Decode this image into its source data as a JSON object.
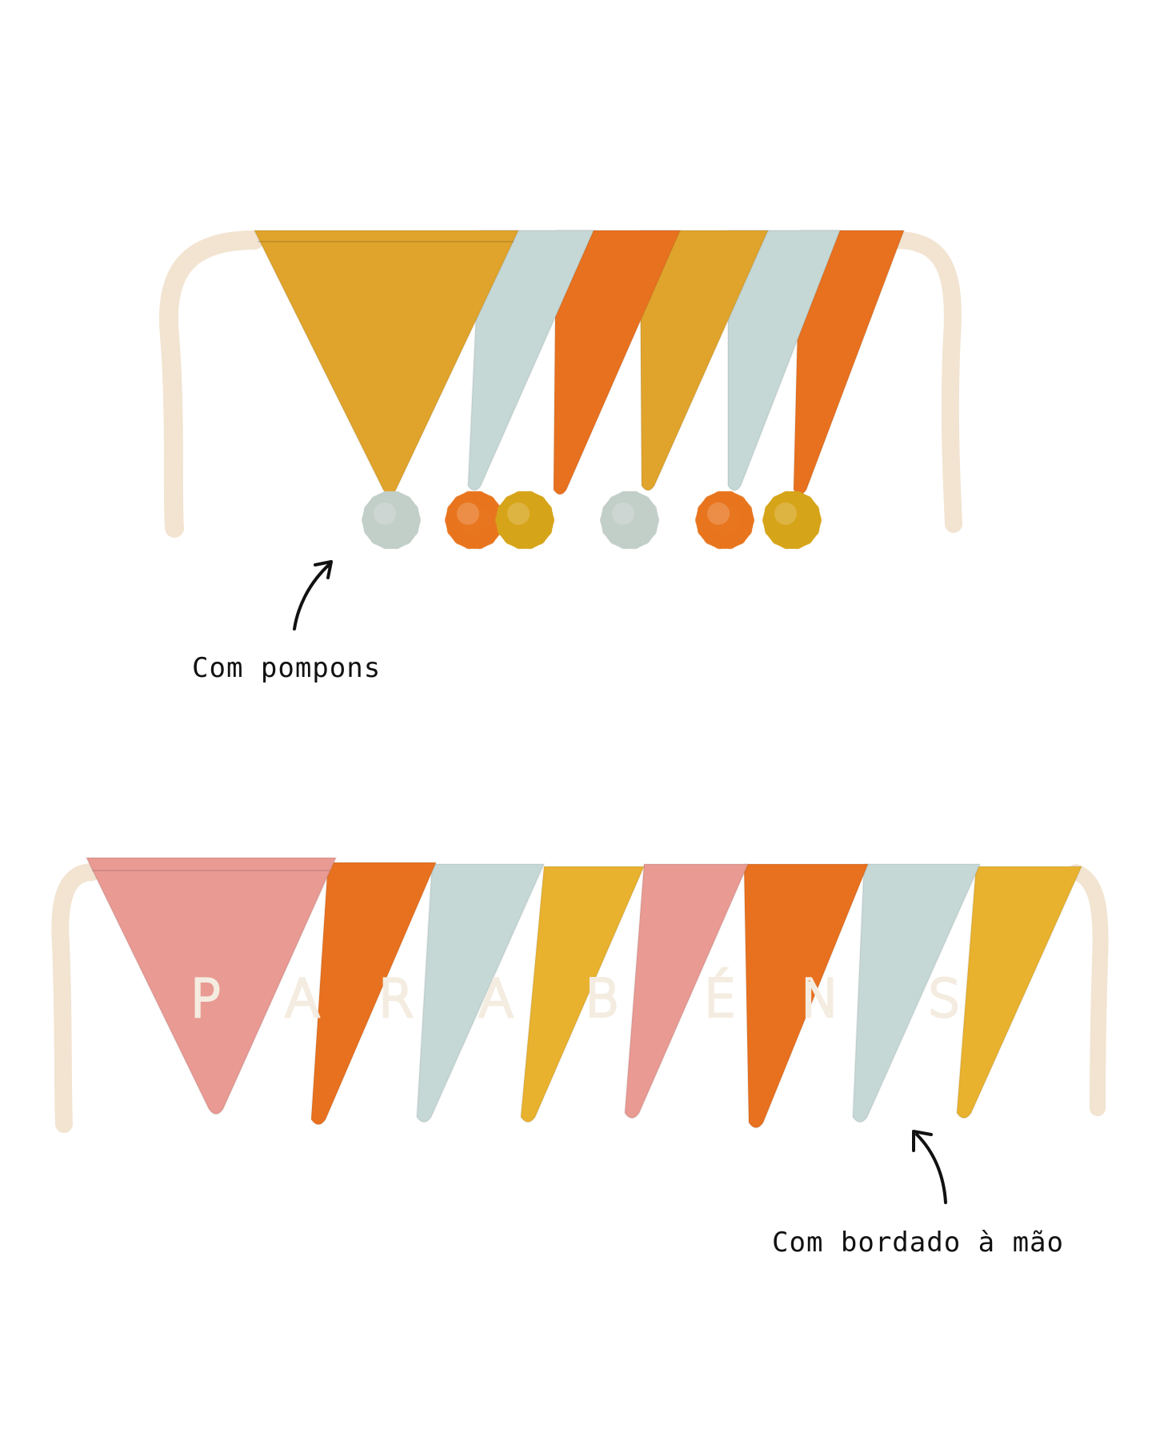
{
  "captions": {
    "pompons": "Com pompons",
    "bordado": "Com bordado à mão"
  },
  "colors": {
    "mustard": "#e0a42c",
    "mint": "#c5d8d6",
    "orange": "#e8711f",
    "pink": "#e89a93",
    "yellow": "#e8b22f",
    "ribbon": "#f4e6d4",
    "embroidery": "#f7eee2",
    "pom_grey": "#c2cec8",
    "pom_orange": "#e8761f",
    "pom_yellow": "#d6a419"
  },
  "garland_top": {
    "flags": [
      "mustard",
      "mint",
      "orange",
      "mustard",
      "mint",
      "orange"
    ],
    "pompoms": [
      "pom_grey",
      "pom_orange",
      "pom_yellow",
      "pom_grey",
      "pom_orange",
      "pom_yellow"
    ]
  },
  "garland_bottom": {
    "flags": [
      "pink",
      "orange",
      "mint",
      "yellow",
      "pink",
      "orange",
      "mint",
      "yellow"
    ],
    "letters": [
      "P",
      "A",
      "R",
      "A",
      "B",
      "É",
      "N",
      "S"
    ]
  }
}
